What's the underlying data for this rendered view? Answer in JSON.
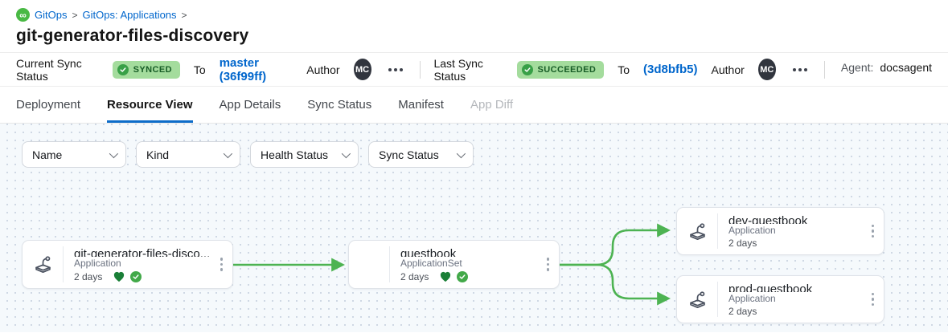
{
  "breadcrumb": {
    "logo_glyph": "∞",
    "items": [
      {
        "label": "GitOps"
      },
      {
        "label": "GitOps: Applications"
      }
    ],
    "separator": ">"
  },
  "page": {
    "title": "git-generator-files-discovery"
  },
  "status_bar": {
    "current": {
      "label": "Current Sync Status",
      "badge": "SYNCED",
      "to_label": "To",
      "revision": "master (36f99ff)",
      "author_label": "Author",
      "author_initials": "MC"
    },
    "last": {
      "label": "Last Sync Status",
      "badge": "SUCCEEDED",
      "to_label": "To",
      "revision": "(3d8bfb5)",
      "author_label": "Author",
      "author_initials": "MC"
    },
    "agent": {
      "label": "Agent:",
      "value": "docsagent"
    }
  },
  "tabs": [
    {
      "label": "Deployment",
      "state": "normal"
    },
    {
      "label": "Resource View",
      "state": "active"
    },
    {
      "label": "App Details",
      "state": "normal"
    },
    {
      "label": "Sync Status",
      "state": "normal"
    },
    {
      "label": "Manifest",
      "state": "normal"
    },
    {
      "label": "App Diff",
      "state": "disabled"
    }
  ],
  "filters": [
    {
      "label": "Name"
    },
    {
      "label": "Kind"
    },
    {
      "label": "Health Status"
    },
    {
      "label": "Sync Status"
    }
  ],
  "graph": {
    "nodes": [
      {
        "title": "git-generator-files-disco...",
        "kind": "Application",
        "age": "2 days",
        "healthy": true,
        "synced": true,
        "has_icon": true
      },
      {
        "title": "guestbook",
        "kind": "ApplicationSet",
        "age": "2 days",
        "healthy": true,
        "synced": true,
        "has_icon": false
      },
      {
        "title": "dev-guestbook",
        "kind": "Application",
        "age": "2 days",
        "healthy": false,
        "synced": false,
        "has_icon": true
      },
      {
        "title": "prod-guestbook",
        "kind": "Application",
        "age": "2 days",
        "healthy": false,
        "synced": false,
        "has_icon": true
      }
    ],
    "edges": [
      {
        "from": "git-generator-files-disco...",
        "to": "guestbook"
      },
      {
        "from": "guestbook",
        "to": "dev-guestbook"
      },
      {
        "from": "guestbook",
        "to": "prod-guestbook"
      }
    ]
  },
  "colors": {
    "link_blue": "#0066cc",
    "tab_underline": "#0c6cc9",
    "edge_green": "#4db352",
    "badge_bg": "#a4dc9d",
    "badge_text": "#175c26",
    "heart_green": "#1a7f37",
    "check_green": "#42a949",
    "logo_green": "#49b944",
    "canvas_bg": "#f5f9fc"
  }
}
